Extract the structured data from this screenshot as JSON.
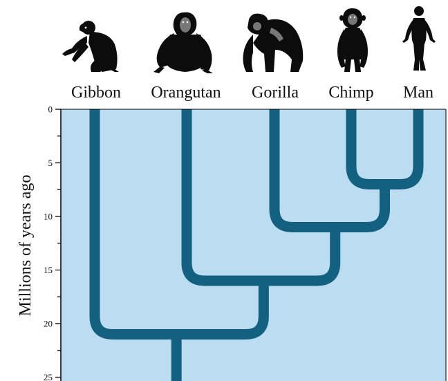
{
  "taxa": [
    {
      "label": "Gibbon",
      "icon": "gibbon-icon"
    },
    {
      "label": "Orangutan",
      "icon": "orangutan-icon"
    },
    {
      "label": "Gorilla",
      "icon": "gorilla-icon"
    },
    {
      "label": "Chimp",
      "icon": "chimp-icon"
    },
    {
      "label": "Man",
      "icon": "man-icon"
    }
  ],
  "axis": {
    "title": "Millions of years ago",
    "range": [
      0,
      25
    ],
    "ticks": [
      "0",
      "5",
      "10",
      "15",
      "20",
      "25"
    ]
  },
  "splits_mya": {
    "chimp_man": 7,
    "gorilla_chimp_man": 11,
    "orangutan_african_apes": 16,
    "gibbon_great_apes": 21
  },
  "colors": {
    "plot_background": "#bcdcf2",
    "branch": "#136080",
    "axis": "#000000"
  }
}
